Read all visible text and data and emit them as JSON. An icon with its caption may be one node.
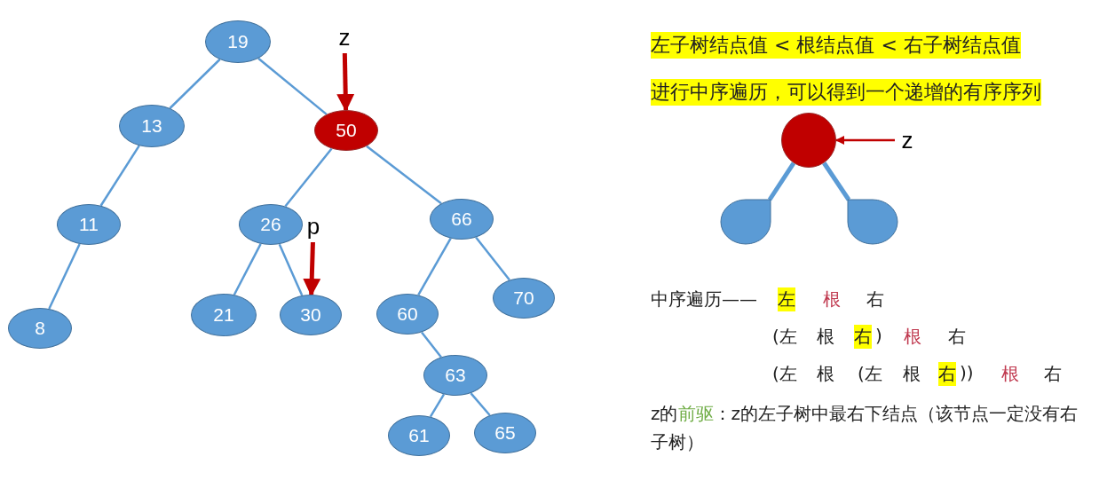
{
  "diagram": {
    "nodes": [
      {
        "text": [
          "19"
        ]
      },
      {
        "text": [
          "13"
        ]
      },
      {
        "text": [
          "50"
        ]
      },
      {
        "text": [
          "11"
        ]
      },
      {
        "text": [
          "26"
        ]
      },
      {
        "text": [
          "66"
        ]
      },
      {
        "text": [
          "8"
        ]
      },
      {
        "text": [
          "21"
        ]
      },
      {
        "text": [
          "30"
        ]
      },
      {
        "text": [
          "60"
        ]
      },
      {
        "text": [
          "70"
        ]
      },
      {
        "text": [
          "63"
        ]
      },
      {
        "text": [
          "61"
        ]
      },
      {
        "text": [
          "65"
        ]
      },
      {
        "text": [
          "z"
        ]
      },
      {
        "text": [
          "p"
        ]
      },
      {
        "text": [],
        "shape": "circle"
      },
      {
        "text": [],
        "shape": "teardrop"
      },
      {
        "text": [],
        "shape": "teardrop"
      },
      {
        "text": [
          "z"
        ]
      }
    ],
    "edges": [
      {
        "from": 0,
        "to": 1,
        "arrow": "none"
      },
      {
        "from": 0,
        "to": 2,
        "arrow": "none"
      },
      {
        "from": 1,
        "to": 3,
        "arrow": "none"
      },
      {
        "from": 3,
        "to": 6,
        "arrow": "none"
      },
      {
        "from": 2,
        "to": 4,
        "arrow": "none"
      },
      {
        "from": 2,
        "to": 5,
        "arrow": "none"
      },
      {
        "from": 4,
        "to": 7,
        "arrow": "none"
      },
      {
        "from": 4,
        "to": 8,
        "arrow": "none"
      },
      {
        "from": 5,
        "to": 9,
        "arrow": "none"
      },
      {
        "from": 5,
        "to": 10,
        "arrow": "none"
      },
      {
        "from": 9,
        "to": 11,
        "arrow": "none"
      },
      {
        "from": 11,
        "to": 12,
        "arrow": "none"
      },
      {
        "from": 11,
        "to": 13,
        "arrow": "none"
      },
      {
        "from": 14,
        "to": 2,
        "arrow": "to",
        "style": "thick",
        "color": "#c00000"
      },
      {
        "from": 15,
        "to": 8,
        "arrow": "to",
        "style": "thick",
        "color": "#c00000"
      },
      {
        "from": 16,
        "to": 17,
        "arrow": "none",
        "style": "thick"
      },
      {
        "from": 16,
        "to": 18,
        "arrow": "none",
        "style": "thick"
      },
      {
        "from": 19,
        "to": 16,
        "arrow": "to",
        "color": "#c00000"
      }
    ],
    "labels": [
      "左子树结点值 < 根结点值 < 右子树结点值",
      "进行中序遍历，可以得到一个递增的有序序列",
      "中序遍历——",
      "左",
      "根",
      "右",
      "(左",
      "根",
      "右",
      ")",
      "根",
      "右",
      "(左",
      "根",
      "(左",
      "根",
      "右",
      "))",
      "根",
      "右",
      "z的**前驱**：z的左子树中最右下结点（该节点一定没有右子树）"
    ]
  }
}
